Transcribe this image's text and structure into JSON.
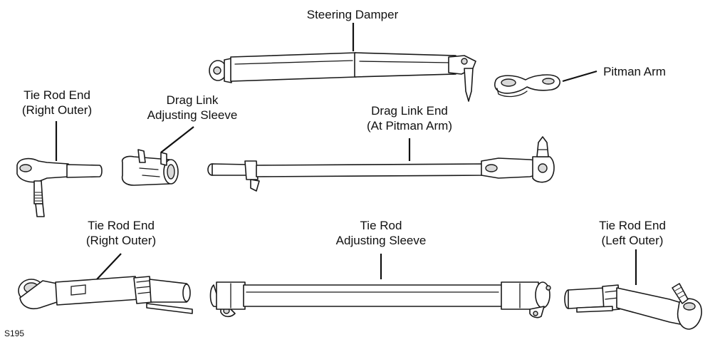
{
  "figure_id": "S195",
  "labels": {
    "steering_damper": [
      "Steering Damper"
    ],
    "pitman_arm": [
      "Pitman Arm"
    ],
    "tie_rod_end_right_outer_top": [
      "Tie Rod End",
      "(Right Outer)"
    ],
    "drag_link_adjusting_sleeve": [
      "Drag Link",
      "Adjusting Sleeve"
    ],
    "drag_link_end": [
      "Drag Link End",
      "(At Pitman Arm)"
    ],
    "tie_rod_end_right_outer_bottom": [
      "Tie Rod End",
      "(Right Outer)"
    ],
    "tie_rod_adjusting_sleeve": [
      "Tie Rod",
      "Adjusting Sleeve"
    ],
    "tie_rod_end_left_outer": [
      "Tie Rod End",
      "(Left Outer)"
    ]
  }
}
